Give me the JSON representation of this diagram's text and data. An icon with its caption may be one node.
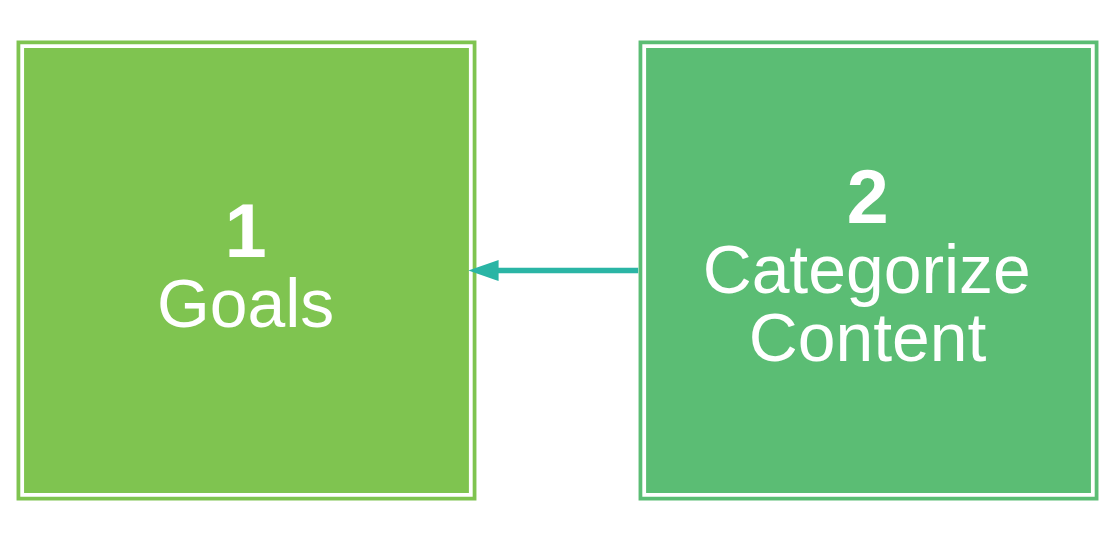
{
  "diagram": {
    "nodes": [
      {
        "text": [
          "1",
          "Goals"
        ]
      },
      {
        "text": [
          "2",
          "Categorize Content"
        ]
      }
    ],
    "edges": [
      {
        "from": 1,
        "to": 0,
        "arrow": "to"
      }
    ]
  }
}
